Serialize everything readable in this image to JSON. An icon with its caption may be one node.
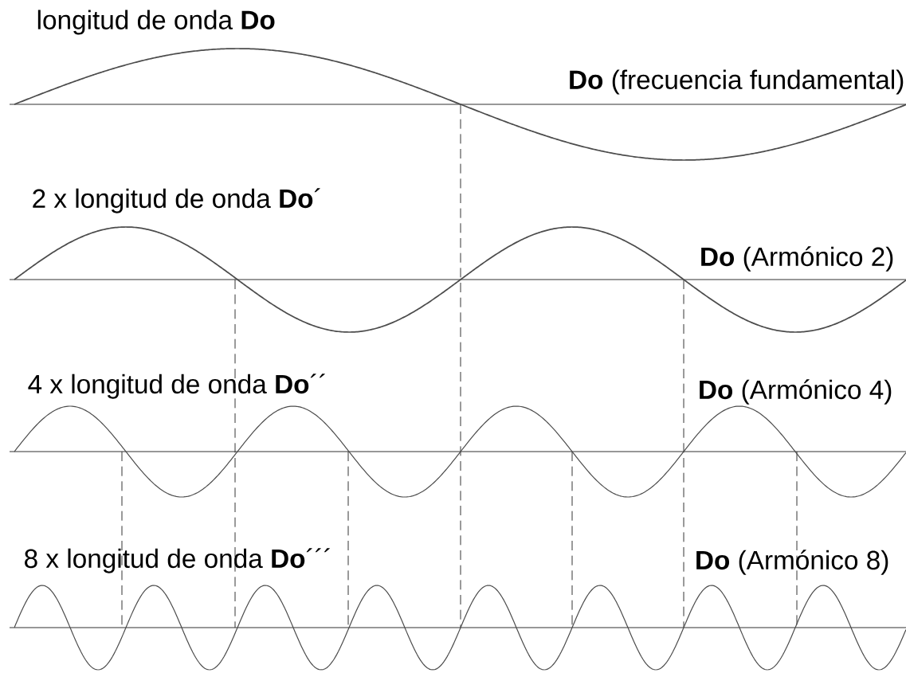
{
  "diagram": {
    "labels": [
      "longitud de onda **Do**",
      "**Do** (frecuencia fundamental)",
      "2 x longitud de onda **Do**´",
      "**Do** (Armónico 2)",
      "4 x longitud de onda **Do**´´",
      "**Do** (Armónico 4)",
      "8 x longitud de onda **Do**´´´",
      "**Do** (Armónico 8)"
    ]
  }
}
